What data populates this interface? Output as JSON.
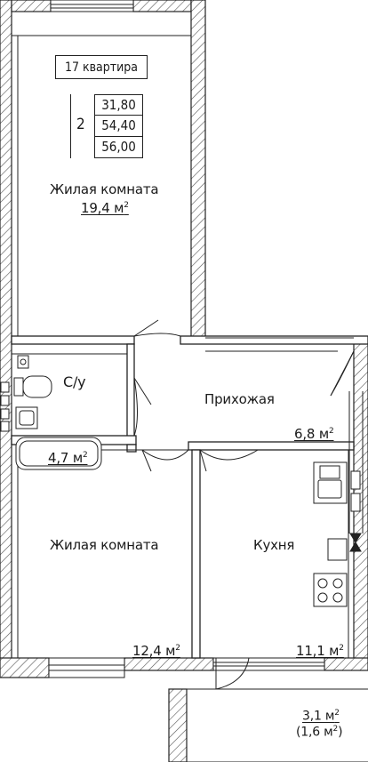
{
  "apartment": {
    "title": "17 квартира",
    "rooms": "2",
    "areas": [
      "31,80",
      "54,40",
      "56,00"
    ]
  },
  "rooms": {
    "living1": {
      "name": "Жилая комната",
      "area": "19,4 м"
    },
    "bath": {
      "name": "С/у",
      "area": "4,7 м"
    },
    "hall": {
      "name": "Прихожая",
      "area": "6,8 м"
    },
    "living2": {
      "name": "Жилая комната",
      "area": "12,4 м"
    },
    "kitchen": {
      "name": "Кухня",
      "area": "11,1 м"
    },
    "balcony": {
      "area": "3,1 м",
      "area_reduced": "(1,6 м"
    }
  },
  "units": {
    "sq": "2",
    "close_paren": ")"
  }
}
